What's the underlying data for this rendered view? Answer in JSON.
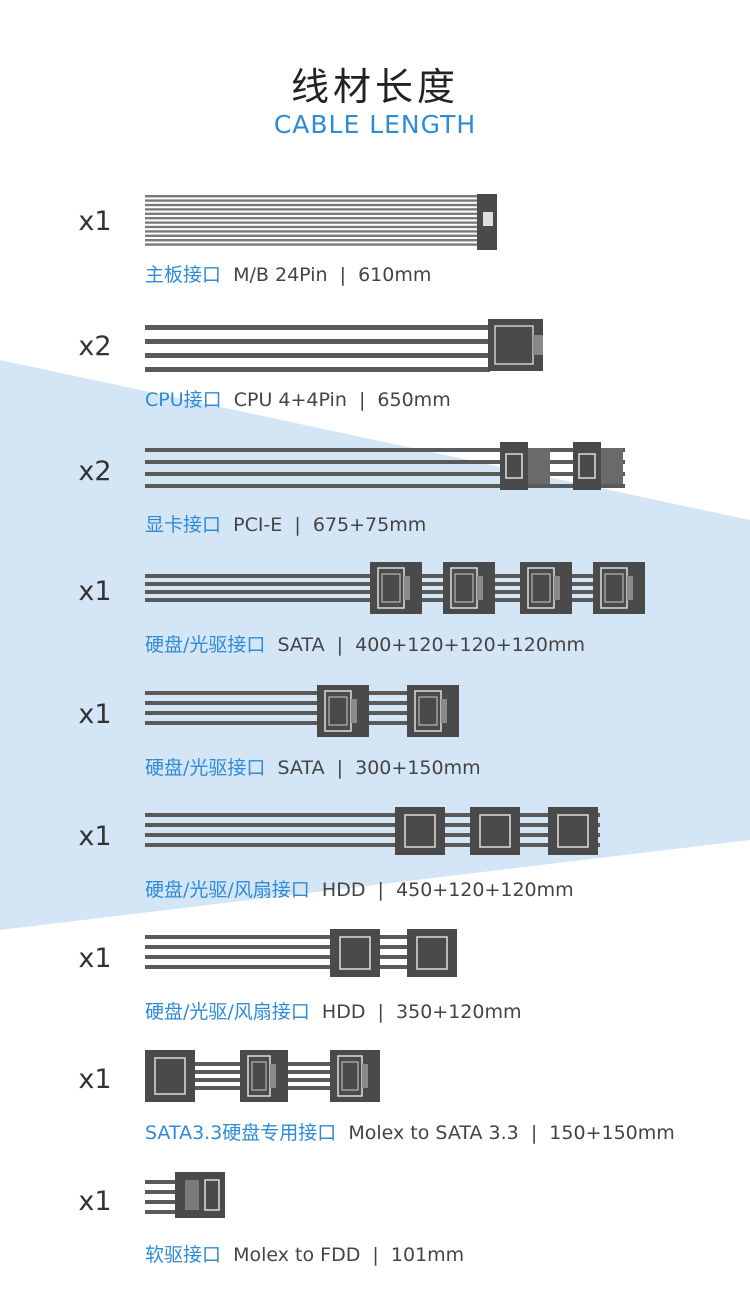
{
  "header": {
    "title_cn": "线材长度",
    "title_en": "CABLE LENGTH"
  },
  "colors": {
    "accent": "#2f8bd6",
    "background_band": "#d4e6f6",
    "connector": "#4a4a4a",
    "wire": "#5a5a5a"
  },
  "cables": [
    {
      "qty": "x1",
      "name": "主板接口",
      "spec": "M/B 24Pin  |  610mm",
      "connector_type": "atx-24pin"
    },
    {
      "qty": "x2",
      "name": "CPU接口",
      "spec": "CPU 4+4Pin  |  650mm",
      "connector_type": "cpu-8pin"
    },
    {
      "qty": "x2",
      "name": "显卡接口",
      "spec": "PCI-E  |  675+75mm",
      "connector_type": "pcie"
    },
    {
      "qty": "x1",
      "name": "硬盘/光驱接口",
      "spec": "SATA  |  400+120+120+120mm",
      "connector_type": "sata-4"
    },
    {
      "qty": "x1",
      "name": "硬盘/光驱接口",
      "spec": "SATA  |  300+150mm",
      "connector_type": "sata-2"
    },
    {
      "qty": "x1",
      "name": "硬盘/光驱/风扇接口",
      "spec": "HDD  |  450+120+120mm",
      "connector_type": "molex-3"
    },
    {
      "qty": "x1",
      "name": "硬盘/光驱/风扇接口",
      "spec": "HDD  |  350+120mm",
      "connector_type": "molex-2"
    },
    {
      "qty": "x1",
      "name": "SATA3.3硬盘专用接口",
      "spec": "Molex to SATA 3.3  |  150+150mm",
      "connector_type": "molex-to-sata"
    },
    {
      "qty": "x1",
      "name": "软驱接口",
      "spec": "Molex to FDD  |  101mm",
      "connector_type": "fdd"
    }
  ]
}
